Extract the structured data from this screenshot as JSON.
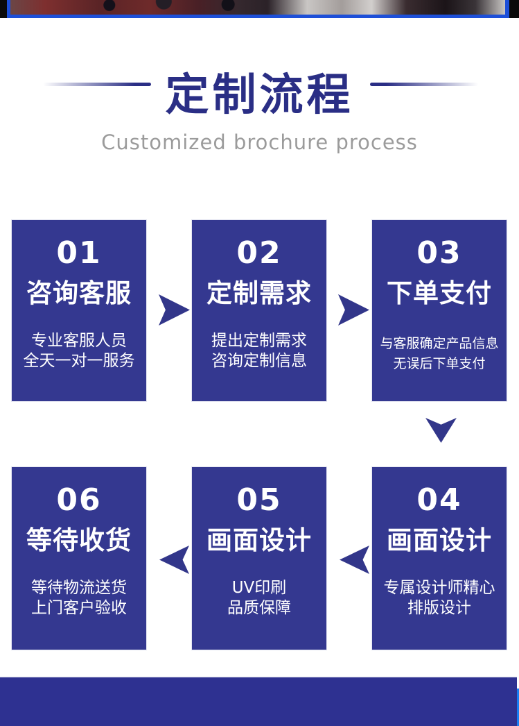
{
  "header": {
    "title": "定制流程",
    "subtitle": "Customized brochure process"
  },
  "flow": {
    "steps": [
      {
        "number": "01",
        "title": "咨询客服",
        "desc": [
          "专业客服人员",
          "全天一对一服务"
        ]
      },
      {
        "number": "02",
        "title": "定制需求",
        "desc": [
          "提出定制需求",
          "咨询定制信息"
        ]
      },
      {
        "number": "03",
        "title": "下单支付",
        "desc": [
          "与客服确定产品信息",
          "无误后下单支付"
        ]
      },
      {
        "number": "04",
        "title": "画面设计",
        "desc": [
          "专属设计师精心",
          "排版设计"
        ]
      },
      {
        "number": "05",
        "title": "画面设计",
        "desc": [
          "UV印刷",
          "品质保障"
        ]
      },
      {
        "number": "06",
        "title": "等待收货",
        "desc": [
          "等待物流送货",
          "上门客户验收"
        ]
      }
    ],
    "arrow_icons": [
      "arrow-right-icon",
      "arrow-right-icon",
      "arrow-down-icon",
      "arrow-left-icon",
      "arrow-left-icon"
    ]
  },
  "colors": {
    "card_blue": "#343890",
    "arrow_blue": "#32368a",
    "title_navy": "#2a2e85",
    "subtitle_gray": "#9b9b9b",
    "bottom_bar_blue": "#2e3191",
    "photo_frame_blue": "#1d4fd8",
    "right_edge_accent_blue": "#1a7ef2"
  }
}
